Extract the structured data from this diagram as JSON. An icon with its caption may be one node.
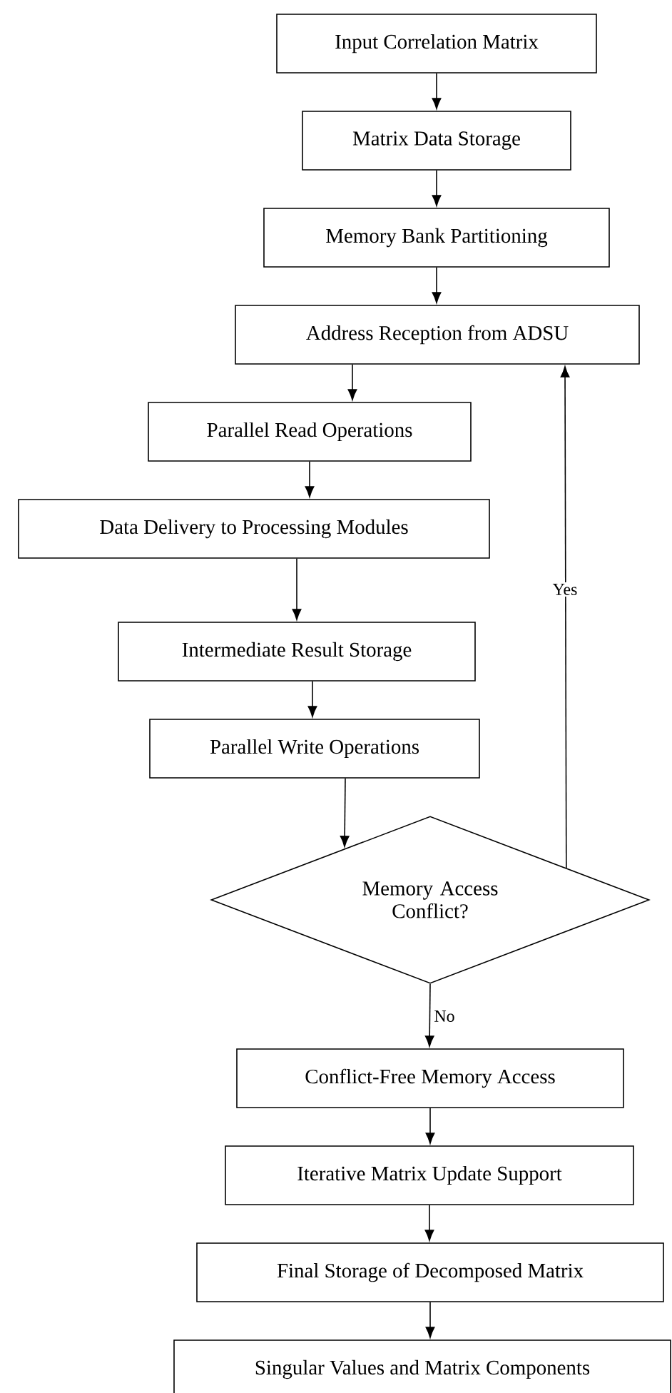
{
  "diagram": {
    "nodes": [
      {
        "text": [
          "Input Correlation Matrix"
        ]
      },
      {
        "text": [
          "Matrix Data Storage"
        ]
      },
      {
        "text": [
          "Memory Bank Partitioning"
        ]
      },
      {
        "text": [
          "Address Reception from ADSU"
        ]
      },
      {
        "text": [
          "Parallel Read Operations"
        ]
      },
      {
        "text": [
          "Data Delivery to Processing Modules"
        ]
      },
      {
        "text": [
          "Intermediate Result Storage"
        ]
      },
      {
        "text": [
          "Parallel Write Operations"
        ]
      },
      {
        "text": [
          "Memory Access Conflict?"
        ]
      },
      {
        "text": [
          "Conflict-Free Memory Access"
        ]
      },
      {
        "text": [
          "Iterative Matrix Update Support"
        ]
      },
      {
        "text": [
          "Final Storage of Decomposed Matrix"
        ]
      },
      {
        "text": [
          "Singular Values and Matrix Components"
        ]
      }
    ],
    "edges": [
      {
        "from": 0,
        "to": 1,
        "arrow": "to"
      },
      {
        "from": 1,
        "to": 2,
        "arrow": "to"
      },
      {
        "from": 2,
        "to": 3,
        "arrow": "to"
      },
      {
        "from": 3,
        "to": 4,
        "arrow": "to"
      },
      {
        "from": 4,
        "to": 5,
        "arrow": "to"
      },
      {
        "from": 5,
        "to": 6,
        "arrow": "to"
      },
      {
        "from": 6,
        "to": 7,
        "arrow": "to"
      },
      {
        "from": 7,
        "to": 8,
        "arrow": "to"
      },
      {
        "from": 8,
        "to": 3,
        "arrow": "to",
        "label": "Yes"
      },
      {
        "from": 8,
        "to": 9,
        "arrow": "to",
        "label": "No"
      },
      {
        "from": 9,
        "to": 10,
        "arrow": "to"
      },
      {
        "from": 10,
        "to": 11,
        "arrow": "to"
      },
      {
        "from": 11,
        "to": 12,
        "arrow": "to"
      }
    ]
  }
}
